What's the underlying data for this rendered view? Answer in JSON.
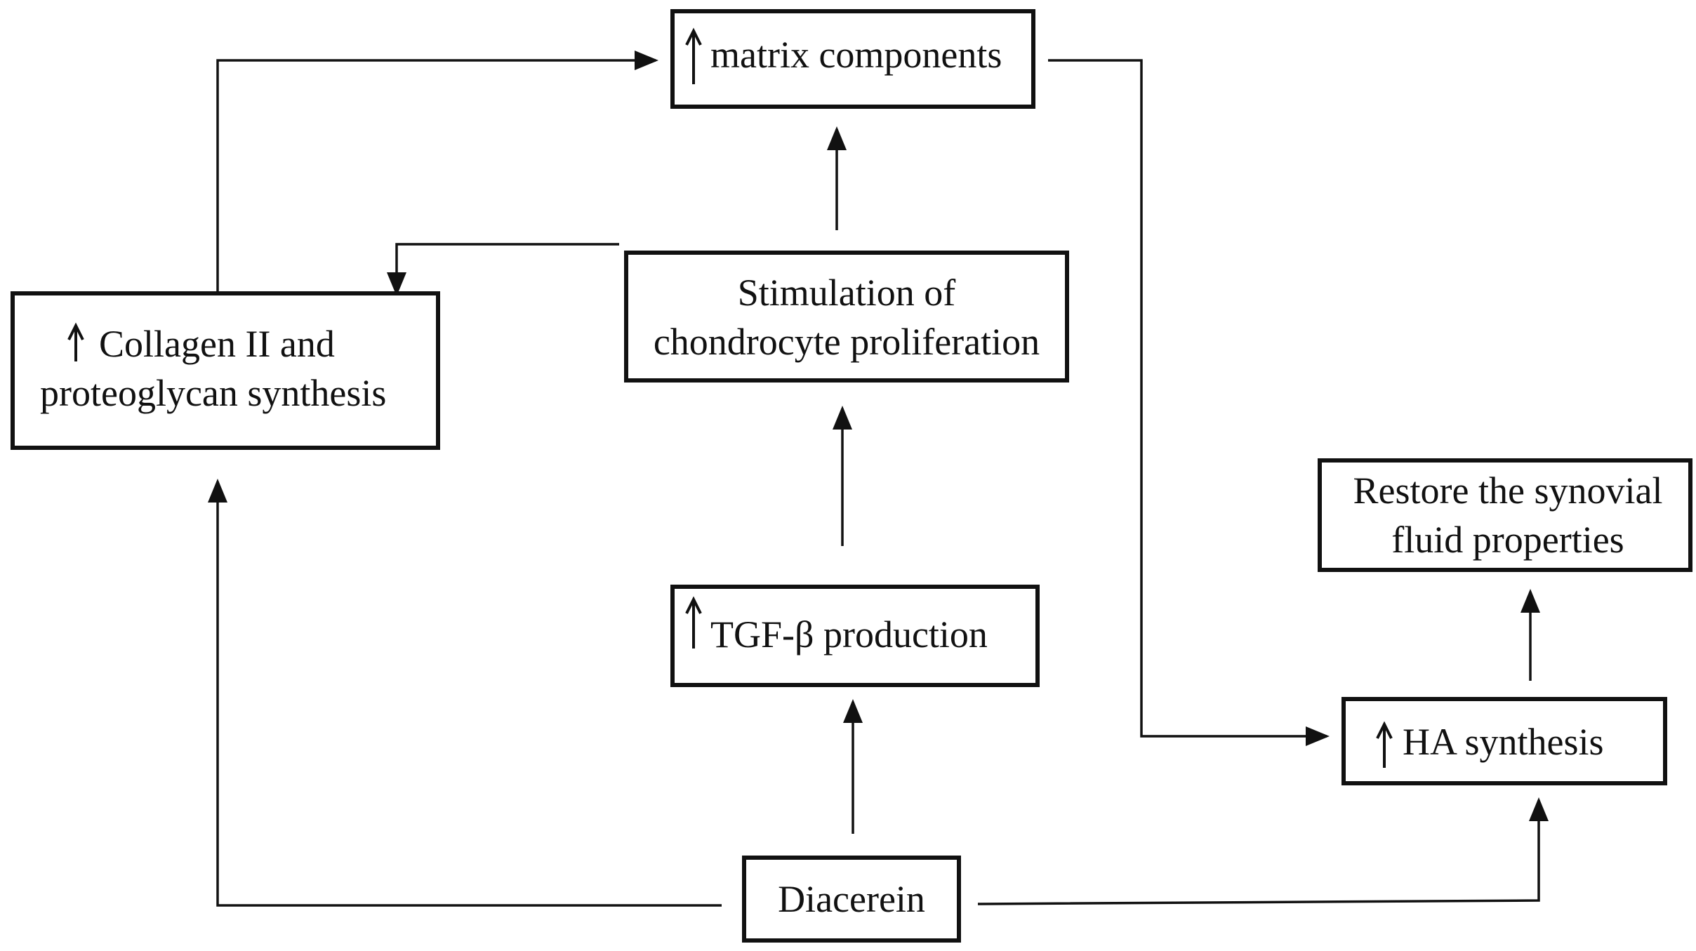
{
  "diagram": {
    "nodes": {
      "matrix": {
        "lines": [
          "matrix components"
        ],
        "has_up_arrow": true
      },
      "collagen": {
        "lines": [
          "Collagen II and",
          "proteoglycan synthesis"
        ],
        "has_up_arrow": true
      },
      "stimulation": {
        "lines": [
          "Stimulation of",
          "chondrocyte proliferation"
        ],
        "has_up_arrow": false
      },
      "restore": {
        "lines": [
          "Restore the synovial",
          "fluid properties"
        ],
        "has_up_arrow": false
      },
      "tgf": {
        "lines": [
          "TGF-β production"
        ],
        "has_up_arrow": true
      },
      "ha": {
        "lines": [
          "HA synthesis"
        ],
        "has_up_arrow": true
      },
      "diacerein": {
        "lines": [
          "Diacerein"
        ],
        "has_up_arrow": false
      }
    },
    "edges": [
      {
        "from": "diacerein",
        "to": "tgf"
      },
      {
        "from": "tgf",
        "to": "stimulation"
      },
      {
        "from": "stimulation",
        "to": "matrix"
      },
      {
        "from": "stimulation",
        "to": "collagen"
      },
      {
        "from": "collagen",
        "to": "matrix"
      },
      {
        "from": "diacerein",
        "to": "collagen"
      },
      {
        "from": "diacerein",
        "to": "ha"
      },
      {
        "from": "matrix",
        "to": "ha"
      },
      {
        "from": "ha",
        "to": "restore"
      }
    ],
    "colors": {
      "stroke": "#111111",
      "background": "#ffffff"
    }
  }
}
